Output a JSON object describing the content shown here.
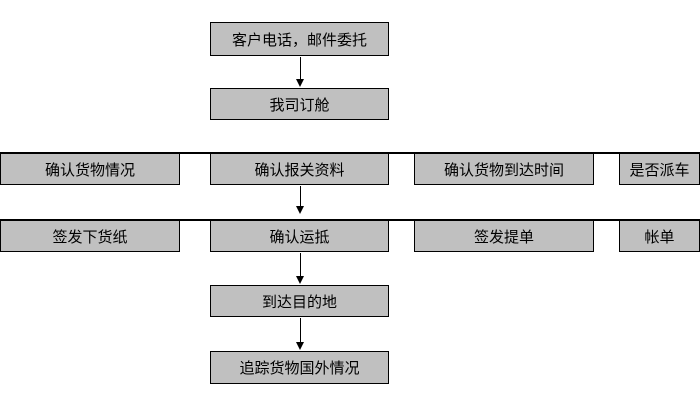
{
  "flowchart": {
    "steps": {
      "customer_contact": "客户电话，邮件委托",
      "book_space": "我司订舱",
      "confirm_goods": "确认货物情况",
      "confirm_customs_docs": "确认报关资料",
      "confirm_arrival_time": "确认货物到达时间",
      "dispatch_truck": "是否派车",
      "issue_invoice": "签发下货纸",
      "confirm_freight": "确认运抵",
      "issue_bill_of_lading": "签发提单",
      "billing": "帐单",
      "arrive_destination": "到达目的地",
      "track_overseas": "追踪货物国外情况"
    }
  }
}
